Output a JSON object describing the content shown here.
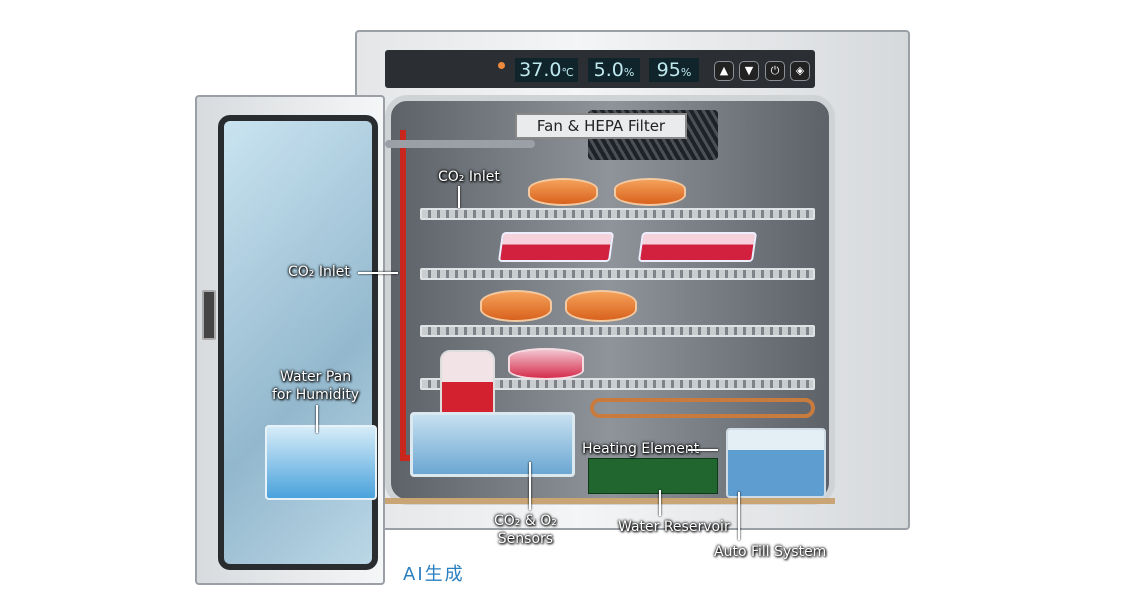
{
  "display": {
    "temperature": "37.0",
    "temperature_unit": "℃",
    "co2": "5.0",
    "co2_unit": "%",
    "humidity": "95",
    "humidity_unit": "%"
  },
  "controls": {
    "up": "▲",
    "down": "▼",
    "power": "⏻",
    "menu": "◈"
  },
  "labels": {
    "fan_filter": "Fan & HEPA Filter",
    "co2_inlet_top": "CO₂ Inlet",
    "co2_inlet_side": "CO₂ Inlet",
    "water_pan_line1": "Water Pan",
    "water_pan_line2": "for Humidity",
    "heating_element": "Heating Element",
    "sensors_line1": "CO₂ & O₂",
    "sensors_line2": "Sensors",
    "water_reservoir": "Water Reservoir",
    "auto_fill": "Auto Fill System"
  },
  "watermark": "AI生成",
  "colors": {
    "accent": "#2a7fc1",
    "pipe": "#c9261e"
  }
}
